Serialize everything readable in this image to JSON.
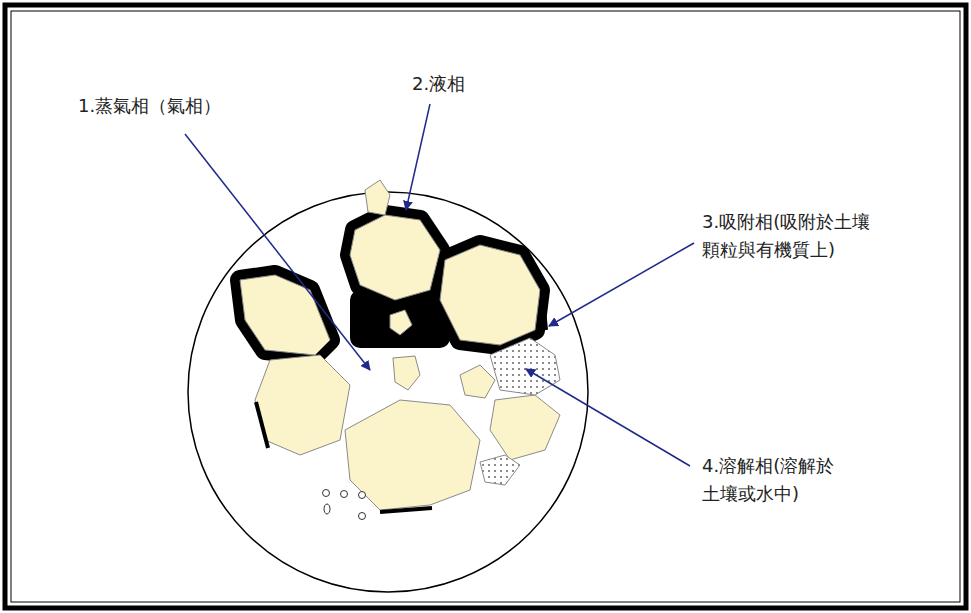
{
  "diagram": {
    "labels": [
      "1.蒸氣相（氣相）",
      "2.液相",
      "3.吸附相(吸附於土壤 顆粒與有機質上)",
      "4.溶解相(溶解於 土壤或水中)"
    ]
  }
}
